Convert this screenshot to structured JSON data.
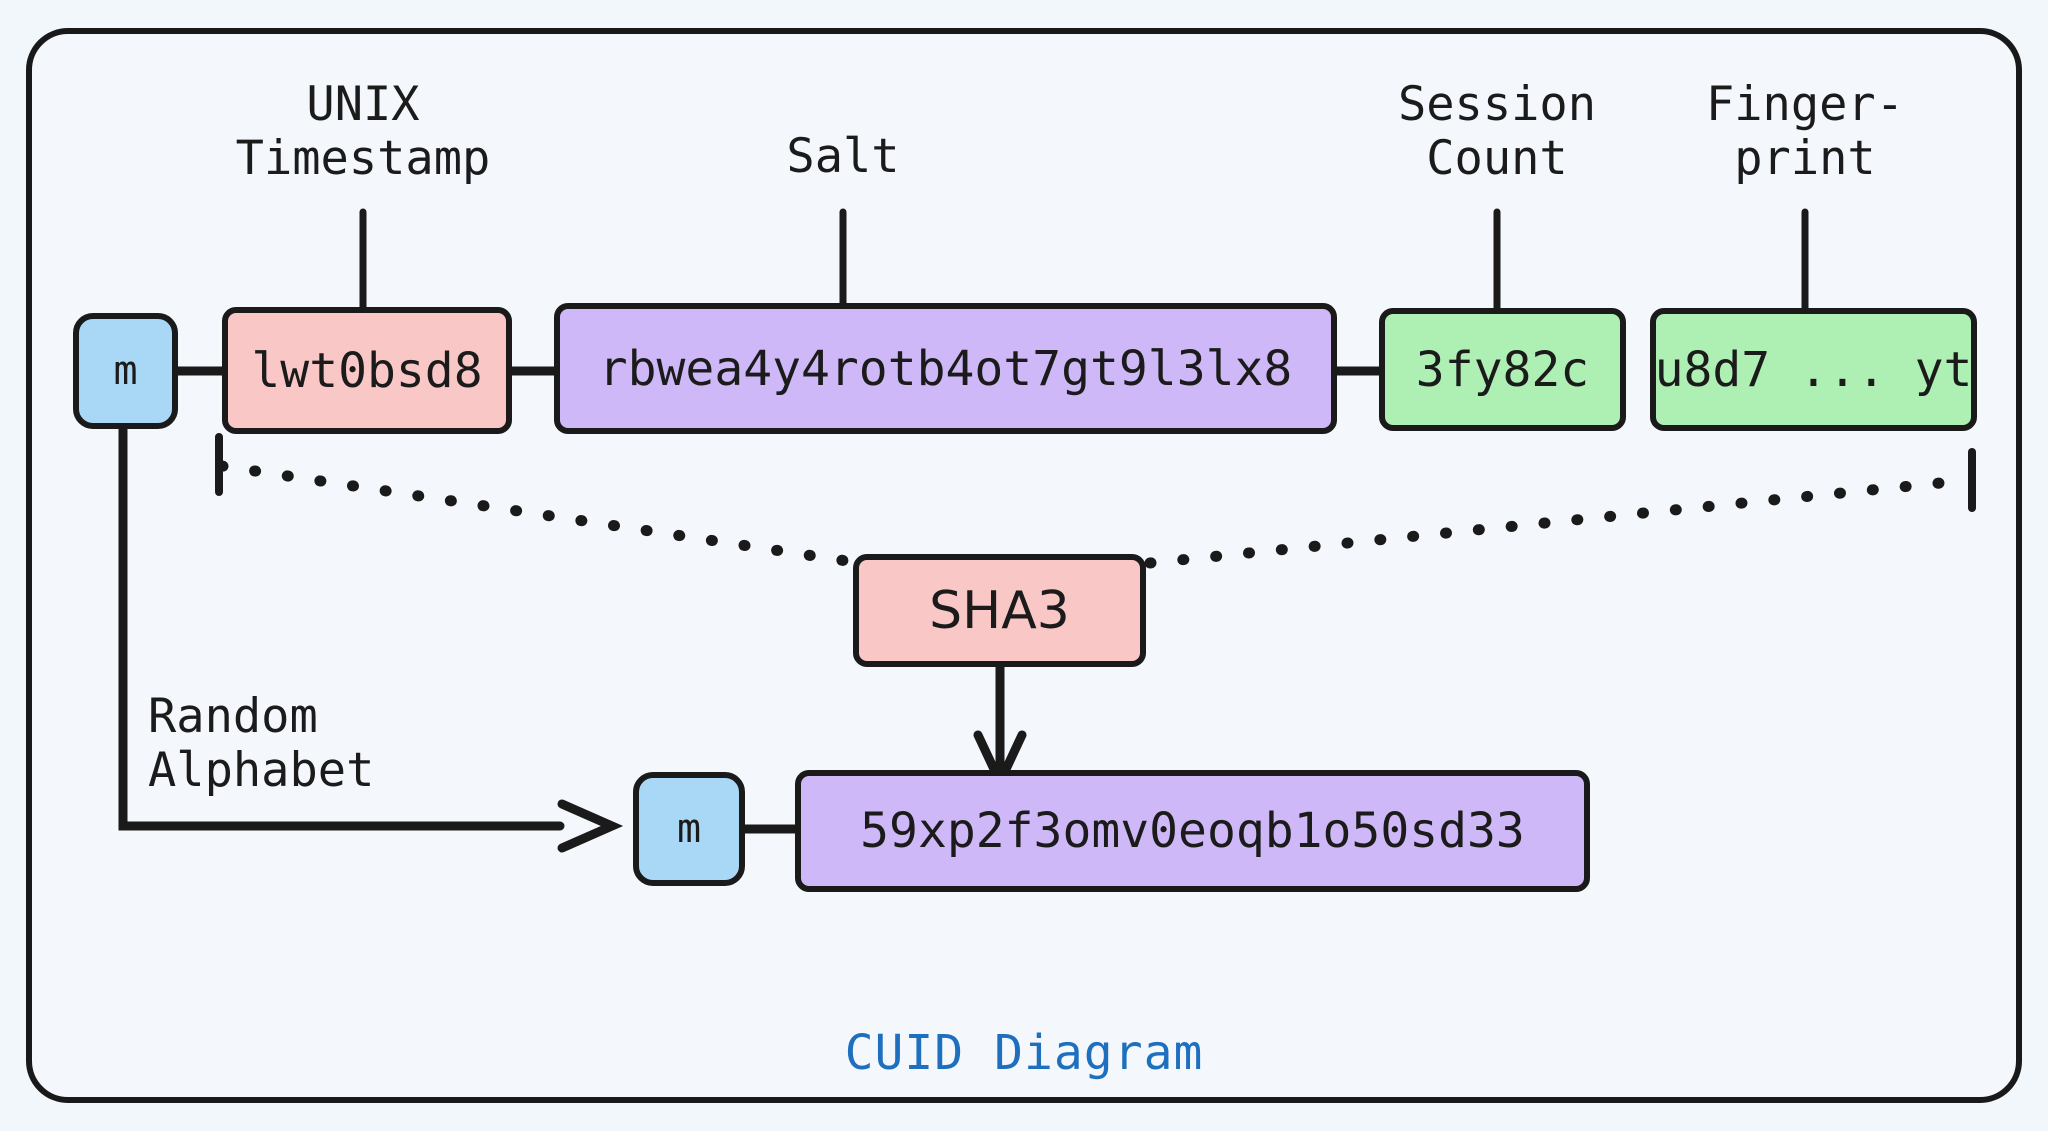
{
  "diagram": {
    "title": "CUID Diagram",
    "title_color": "#1f6fbf",
    "background": "#f4f8fc",
    "border_color": "#191919"
  },
  "callout_labels": {
    "unix_timestamp": "UNIX\nTimestamp",
    "salt": "Salt",
    "session_count": "Session\nCount",
    "fingerprint": "Finger-\nprint",
    "random_alphabet": "Random\nAlphabet"
  },
  "top_row": {
    "prefix": "m",
    "timestamp": "lwt0bsd8",
    "salt": "rbwea4y4rotb4ot7gt9l3lx8",
    "counter": "3fy82c",
    "fingerprint": "u8d7 ... yt"
  },
  "hash": {
    "label": "SHA3"
  },
  "bottom_row": {
    "prefix": "m",
    "value": "59xp2f3omv0eoqb1o50sd33"
  },
  "colors": {
    "blue": "#a9d8f7",
    "pink": "#fac7c7",
    "purple": "#cfb8f7",
    "green": "#aeefb4",
    "stroke": "#1a1a1a"
  }
}
